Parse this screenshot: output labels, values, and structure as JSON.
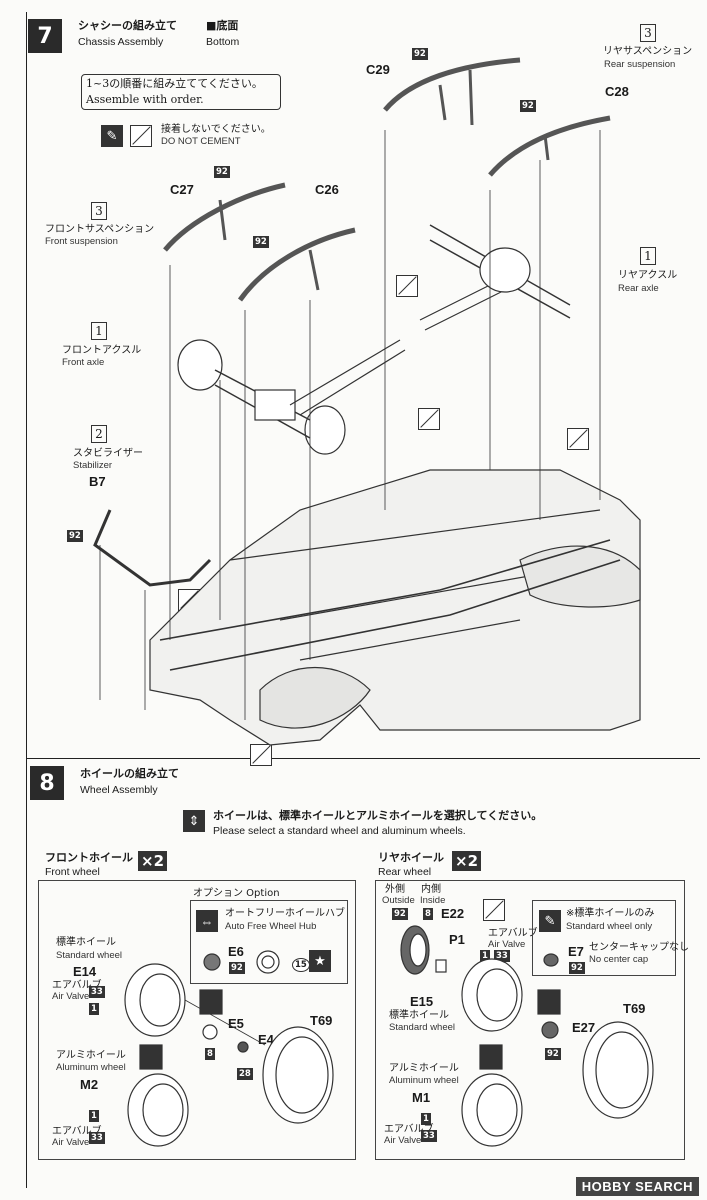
{
  "step7": {
    "number": "7",
    "title_jp": "シャシーの組み立て",
    "title_en": "Chassis Assembly",
    "view_jp": "■底面",
    "view_en": "Bottom",
    "order_jp": "1~3の順番に組み立ててください。",
    "order_en": "Assemble with order.",
    "nocement_jp": "接着しないでください。",
    "nocement_en": "DO NOT CEMENT",
    "parts": {
      "c29": "C29",
      "c28": "C28",
      "c27": "C27",
      "c26": "C26",
      "b7": "B7"
    },
    "paint": "92",
    "rear_susp": {
      "num": "3",
      "jp": "リヤサスペンション",
      "en": "Rear suspension"
    },
    "front_susp": {
      "num": "3",
      "jp": "フロントサスペンション",
      "en": "Front suspension"
    },
    "rear_axle": {
      "num": "1",
      "jp": "リヤアクスル",
      "en": "Rear axle"
    },
    "front_axle": {
      "num": "1",
      "jp": "フロントアクスル",
      "en": "Front axle"
    },
    "stabilizer": {
      "num": "2",
      "jp": "スタビライザー",
      "en": "Stabilizer"
    }
  },
  "step8": {
    "number": "8",
    "title_jp": "ホイールの組み立て",
    "title_en": "Wheel Assembly",
    "note_jp": "ホイールは、標準ホイールとアルミホイールを選択してください。",
    "note_en": "Please select a standard wheel and aluminum wheels.",
    "front": {
      "title_jp": "フロントホイール",
      "title_en": "Front wheel",
      "qty": "×2",
      "option_jp": "オプション Option",
      "hub_jp": "オートフリーホイールハブ",
      "hub_en": "Auto Free Wheel Hub",
      "std_jp": "標準ホイール",
      "std_en": "Standard wheel",
      "alu_jp": "アルミホイール",
      "alu_en": "Aluminum wheel",
      "valve_jp": "エアバルブ",
      "valve_en": "Air Valve",
      "parts": {
        "e6": "E6",
        "e14": "E14",
        "e5": "E5",
        "e4": "E4",
        "t69": "T69",
        "m2": "M2"
      },
      "codes": {
        "c92": "92",
        "c33": "33",
        "c1": "1",
        "c8": "8",
        "c28": "28",
        "c15": "15"
      }
    },
    "rear": {
      "title_jp": "リヤホイール",
      "title_en": "Rear wheel",
      "qty": "×2",
      "outside_jp": "外側",
      "outside_en": "Outside",
      "inside_jp": "内側",
      "inside_en": "Inside",
      "valve_jp": "エアバルブ",
      "valve_en": "Air Valve",
      "std_only_jp": "※標準ホイールのみ",
      "std_only_en": "Standard wheel only",
      "nocap_jp": "センターキャップなし",
      "nocap_en": "No center cap",
      "std_jp": "標準ホイール",
      "std_en": "Standard wheel",
      "alu_jp": "アルミホイール",
      "alu_en": "Aluminum wheel",
      "parts": {
        "e22": "E22",
        "p1": "P1",
        "e15": "E15",
        "e27": "E27",
        "e7": "E7",
        "t69": "T69",
        "m1": "M1"
      },
      "codes": {
        "c92": "92",
        "c8": "8",
        "c1": "1",
        "c33": "33"
      }
    }
  },
  "watermark": "HOBBY SEARCH"
}
